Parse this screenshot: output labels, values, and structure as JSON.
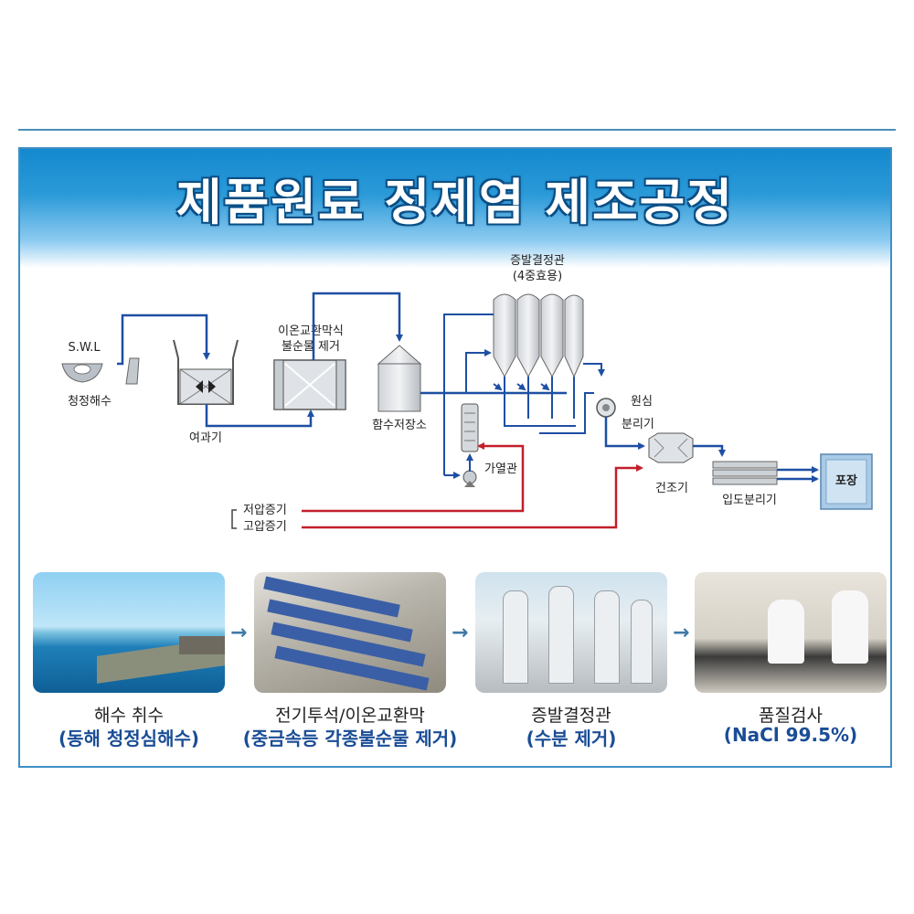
{
  "title": "제품원료 정제염 제조공정",
  "diagram": {
    "swl": "S.W.L",
    "intake": "청정해수",
    "filter": "여과기",
    "ion_line1": "이온교환막식",
    "ion_line2": "불순물 제거",
    "storage": "함수저장소",
    "evap_line1": "증발결정관",
    "evap_line2": "(4중효용)",
    "heater": "가열관",
    "centrifuge_line1": "원심",
    "centrifuge_line2": "분리기",
    "dryer": "건조기",
    "sorter": "입도분리기",
    "packing": "포장",
    "low_steam": "저압증기",
    "high_steam": "고압증기"
  },
  "steps": [
    {
      "caption": "해수 취수",
      "detail": "(동해 청정심해수)"
    },
    {
      "caption": "전기투석/이온교환막",
      "detail": "(중금속등 각종불순물 제거)"
    },
    {
      "caption": "증발결정관",
      "detail": "(수분 제거)"
    },
    {
      "caption": "품질검사",
      "detail": "(NaCl 99.5%)"
    }
  ],
  "step_arrow": "→",
  "colors": {
    "accent": "#1489cf",
    "pipe": "#1e4fa3",
    "steam": "#c21f2a",
    "caption_blue": "#1a4d96"
  }
}
